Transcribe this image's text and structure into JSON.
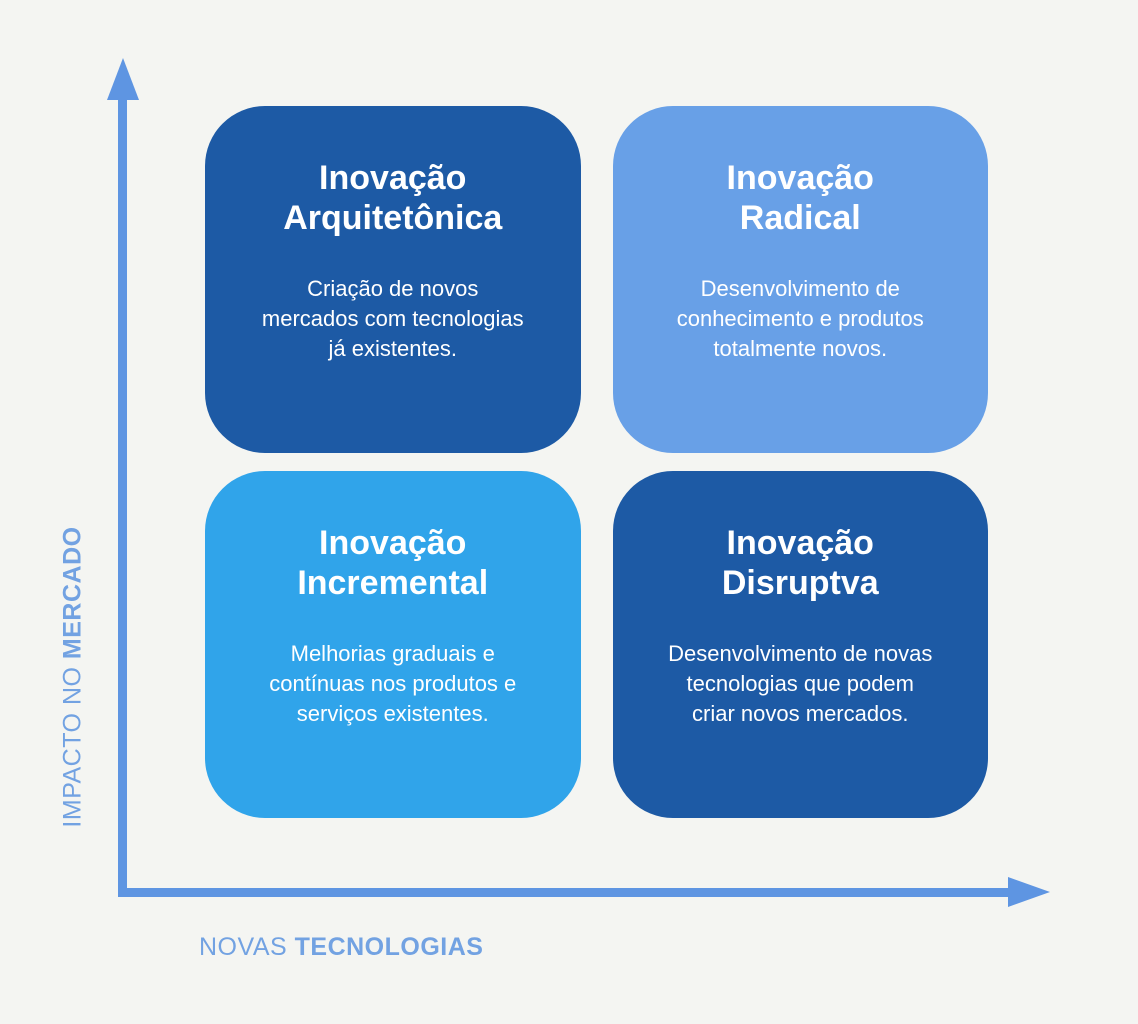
{
  "page": {
    "background_color": "#f4f5f2"
  },
  "axes": {
    "axis_color": "#5e95e2",
    "label_color": "#72a2e2",
    "y_label_regular": "IMPACTO NO ",
    "y_label_bold": "MERCADO",
    "x_label_regular": "NOVAS ",
    "x_label_bold": "TECNOLOGIAS"
  },
  "quadrants": [
    {
      "id": "arquitetonica",
      "title_line1": "Inovação",
      "title_line2": "Arquitetônica",
      "description": "Criação de novos mercados com tecnologias já existentes.",
      "bg_color": "#1d5aa5",
      "text_color": "#ffffff"
    },
    {
      "id": "radical",
      "title_line1": "Inovação",
      "title_line2": "Radical",
      "description": "Desenvolvimento de conhecimento e produtos totalmente novos.",
      "bg_color": "#68a0e7",
      "text_color": "#ffffff"
    },
    {
      "id": "incremental",
      "title_line1": "Inovação",
      "title_line2": "Incremental",
      "description": "Melhorias graduais e contínuas nos produtos e serviços existentes.",
      "bg_color": "#30a4ea",
      "text_color": "#ffffff"
    },
    {
      "id": "disruptiva",
      "title_line1": "Inovação",
      "title_line2": "Disruptva",
      "description": "Desenvolvimento de novas tecnologias que podem criar novos mercados.",
      "bg_color": "#1d5aa5",
      "text_color": "#ffffff"
    }
  ]
}
